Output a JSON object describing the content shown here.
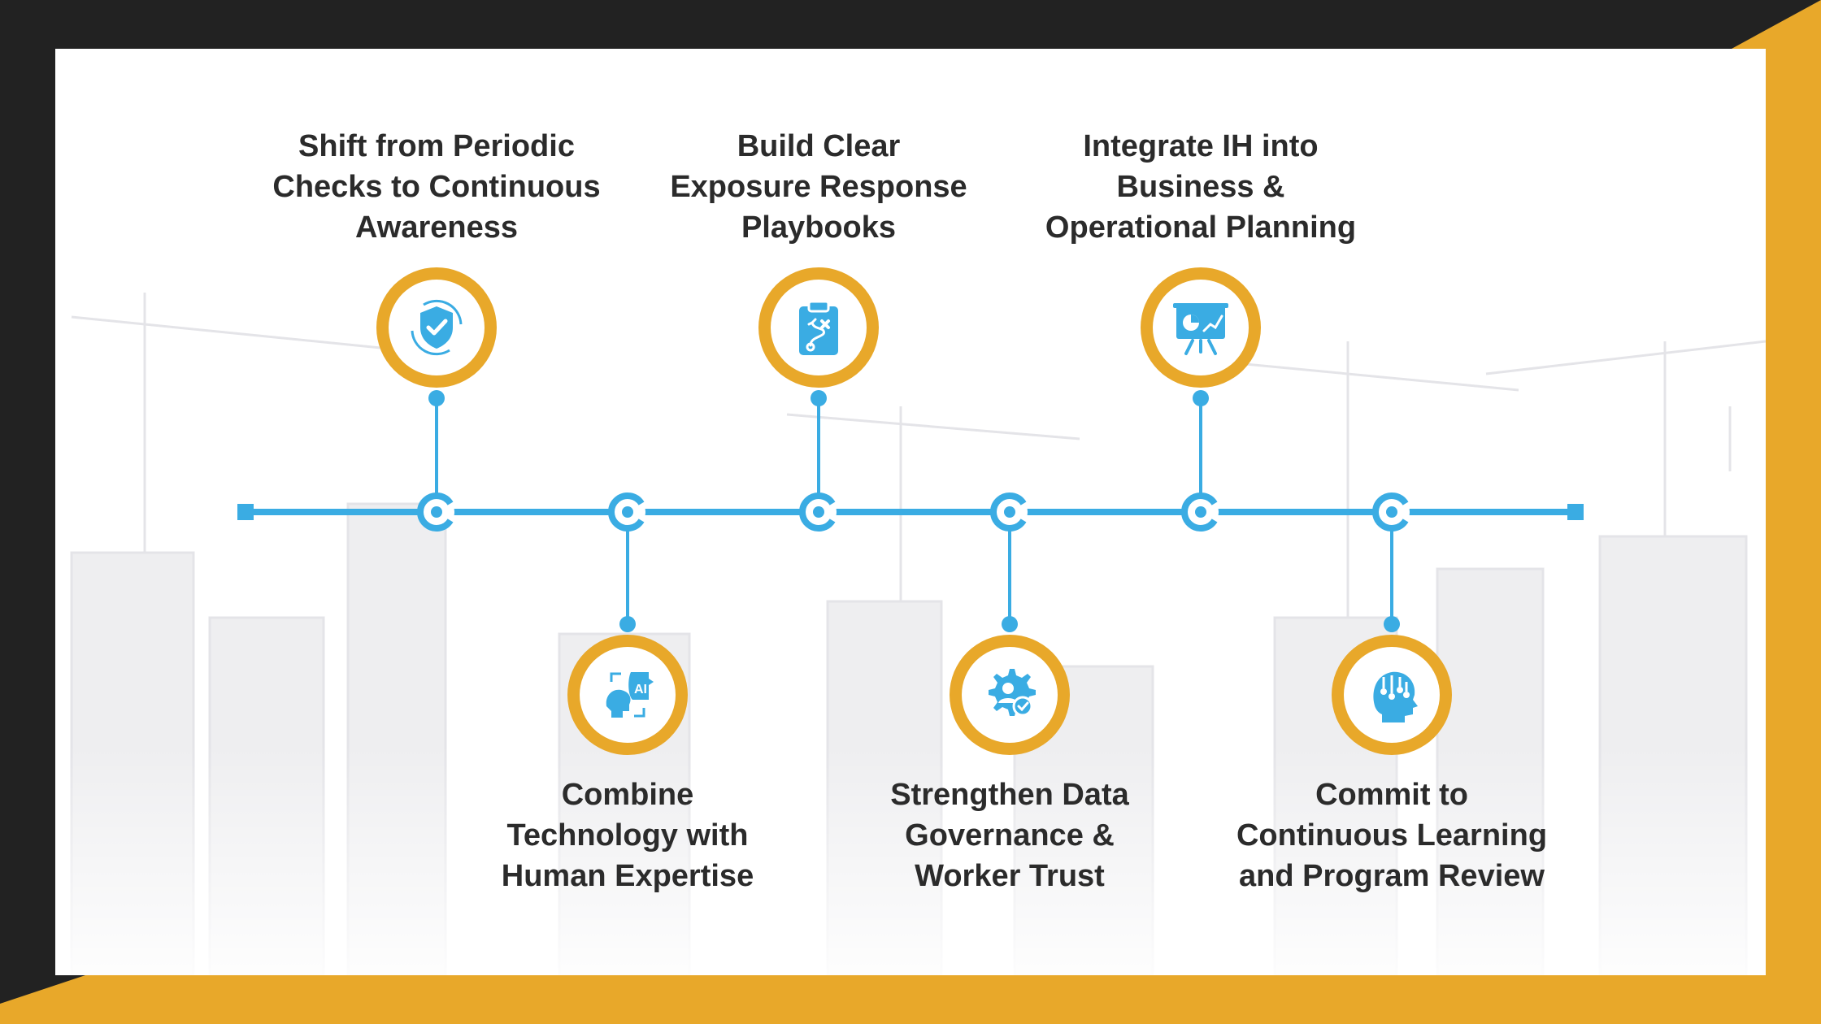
{
  "colors": {
    "timeline": "#3AACE3",
    "badge_ring": "#E8A82A",
    "corner_accent": "#E8A82A",
    "frame_dark": "#222222",
    "text": "#2b2b2b"
  },
  "timeline": {
    "milestones": [
      {
        "label": "Shift from Periodic\nChecks to Continuous\nAwareness",
        "icon": "shield-check-refresh-icon",
        "side": "top"
      },
      {
        "label": "Combine\nTechnology with\nHuman Expertise",
        "icon": "head-ai-icon",
        "side": "bottom"
      },
      {
        "label": "Build Clear\nExposure Response\nPlaybooks",
        "icon": "clipboard-strategy-icon",
        "side": "top"
      },
      {
        "label": "Strengthen Data\nGovernance &\nWorker Trust",
        "icon": "gear-user-check-icon",
        "side": "bottom"
      },
      {
        "label": "Integrate IH into\nBusiness &\nOperational Planning",
        "icon": "presentation-board-icon",
        "side": "top"
      },
      {
        "label": "Commit to\nContinuous Learning\nand Program Review",
        "icon": "head-circuit-icon",
        "side": "bottom"
      }
    ]
  }
}
